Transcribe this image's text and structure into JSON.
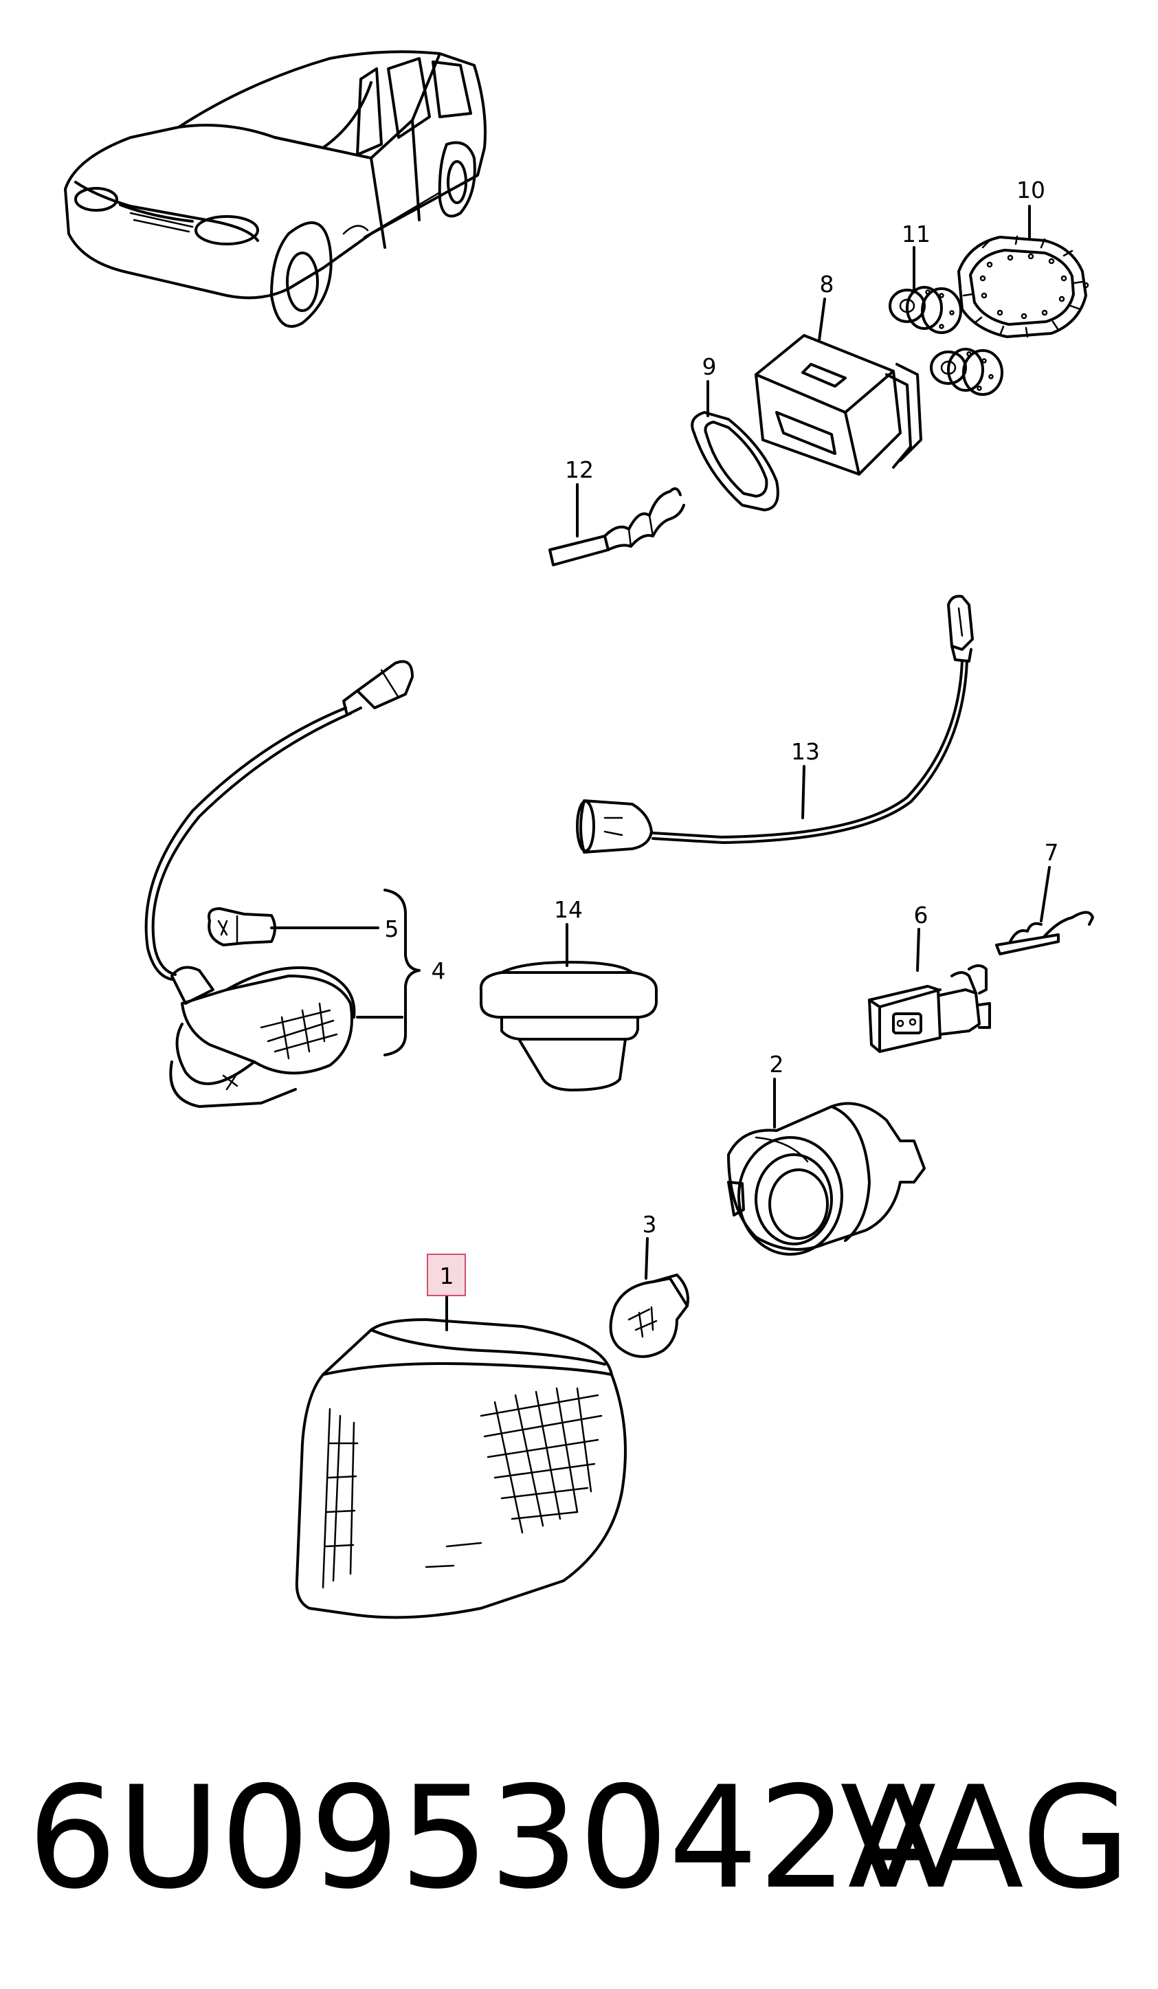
{
  "callouts": {
    "c1": "1",
    "c2": "2",
    "c3": "3",
    "c4": "4",
    "c5": "5",
    "c6": "6",
    "c7": "7",
    "c8": "8",
    "c9": "9",
    "c10": "10",
    "c11": "11",
    "c12": "12",
    "c13": "13",
    "c14": "14"
  },
  "highlight_color": "#f7d9e0",
  "highlight_border": "#d0506a",
  "footer": {
    "part_number": "6U0953042A",
    "brand": "VAG"
  }
}
